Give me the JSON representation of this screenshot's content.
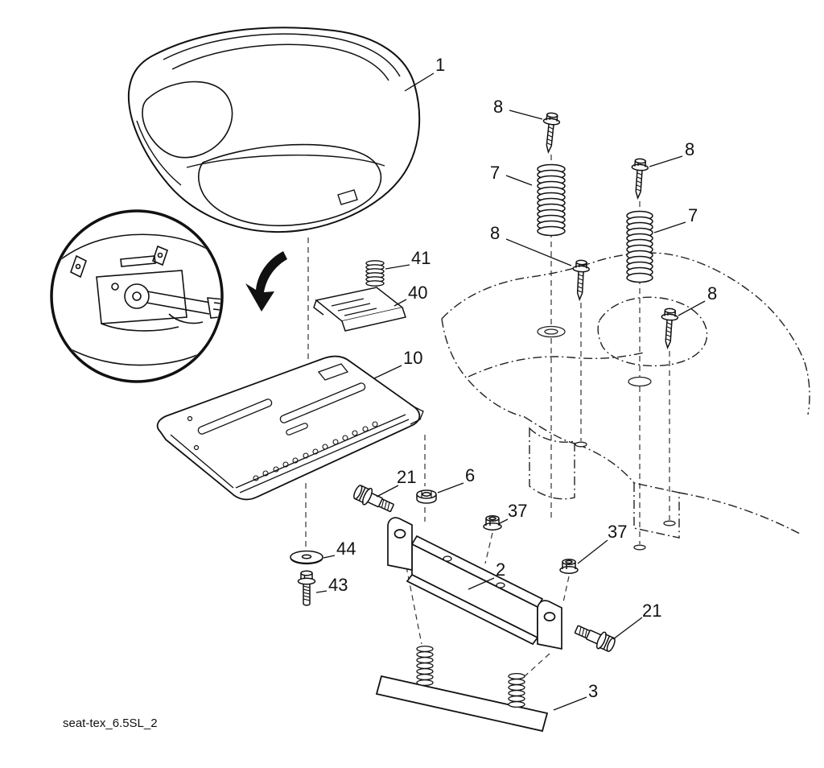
{
  "diagram": {
    "caption": "seat-tex_6.5SL_2",
    "labels": {
      "seat": "1",
      "bracket": "2",
      "base_plate": "3",
      "nut": "6",
      "spring_left": "7",
      "spring_right": "7",
      "screw_top_left": "8",
      "screw_top_right": "8",
      "screw_mid_left": "8",
      "screw_mid_right": "8",
      "seat_pan": "10",
      "shoulder_bolt_left": "21",
      "shoulder_bolt_right": "21",
      "flange_nut_left": "37",
      "flange_nut_right": "37",
      "adjuster_clip": "40",
      "adjuster_spring": "41",
      "center_bolt": "43",
      "center_washer": "44"
    }
  }
}
